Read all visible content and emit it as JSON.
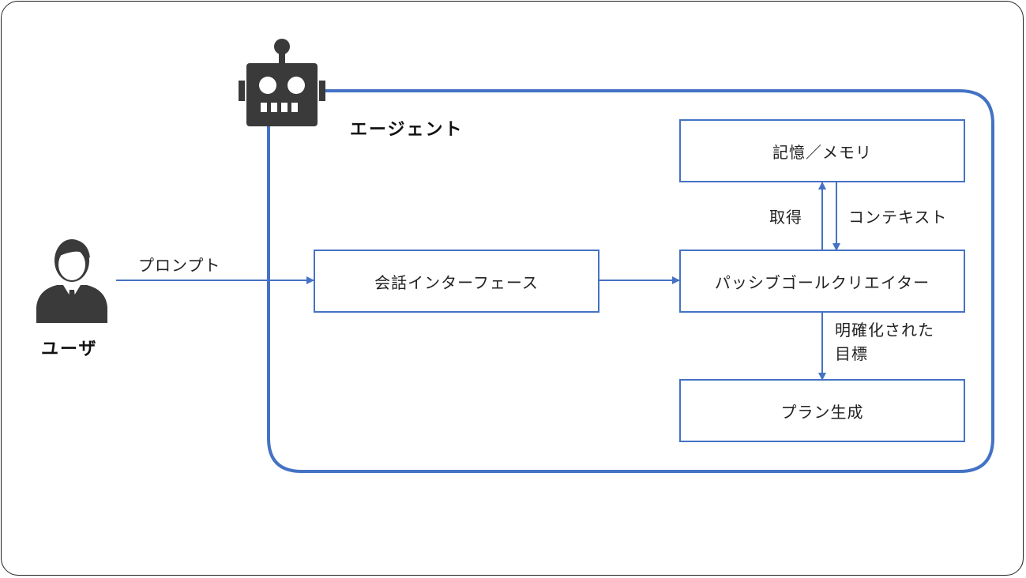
{
  "diagram": {
    "user": {
      "label": "ユーザ"
    },
    "agent": {
      "label": "エージェント"
    },
    "nodes": {
      "conversation_interface": "会話インターフェース",
      "memory": "記憶／メモリ",
      "passive_goal_creator": "パッシブゴールクリエイター",
      "plan_generation": "プラン生成"
    },
    "edges": {
      "prompt": "プロンプト",
      "retrieve": "取得",
      "context": "コンテキスト",
      "clarified_goal": "明確化された目標"
    },
    "colors": {
      "accent": "#4472c4",
      "icon": "#3a3a3a",
      "frame": "#222222"
    },
    "icons": [
      "user-icon",
      "robot-icon"
    ]
  }
}
